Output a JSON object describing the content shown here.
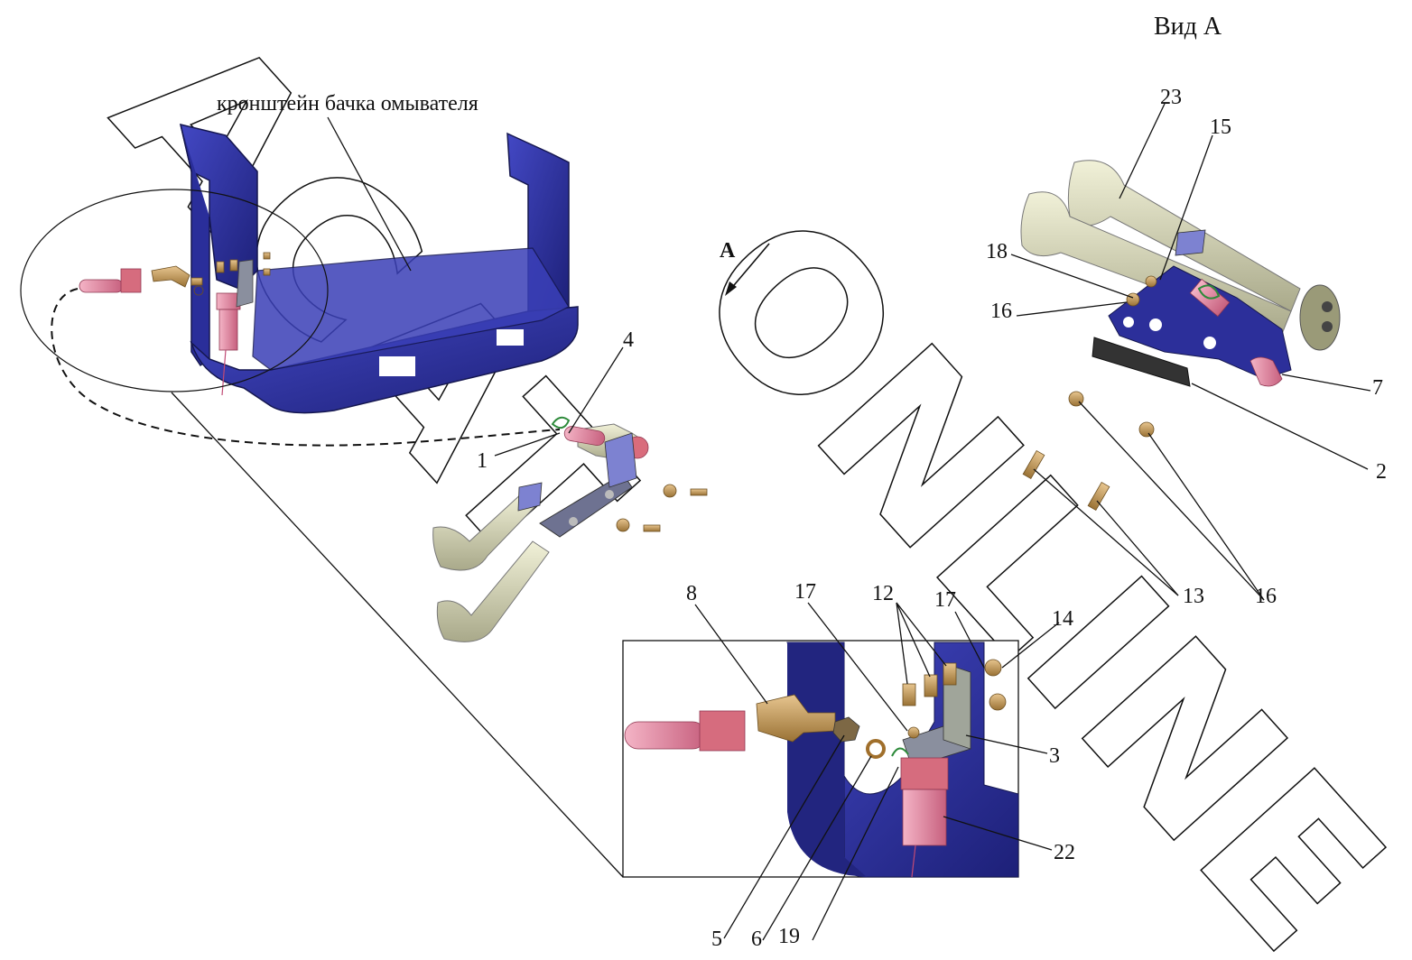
{
  "view_title": "Вид А",
  "bracket_label": "кронштейн бачка омывателя",
  "arrow_label": "А",
  "watermark": {
    "line1": "ACAT",
    "line2": "ONLINE"
  },
  "callouts": {
    "c1": "1",
    "c2": "2",
    "c3": "3",
    "c4": "4",
    "c5": "5",
    "c6": "6",
    "c7": "7",
    "c8": "8",
    "c12": "12",
    "c13": "13",
    "c14": "14",
    "c15": "15",
    "c16a": "16",
    "c16b": "16",
    "c17a": "17",
    "c17b": "17",
    "c18": "18",
    "c19": "19",
    "c22": "22",
    "c23": "23"
  },
  "colors": {
    "bracket_blue": "#2b2f9a",
    "horn_cream": "#dcdcb8",
    "fitting_bronze": "#c8a062",
    "valve_pink": "#e88aa6",
    "plate_grey": "#8a8f9e"
  }
}
